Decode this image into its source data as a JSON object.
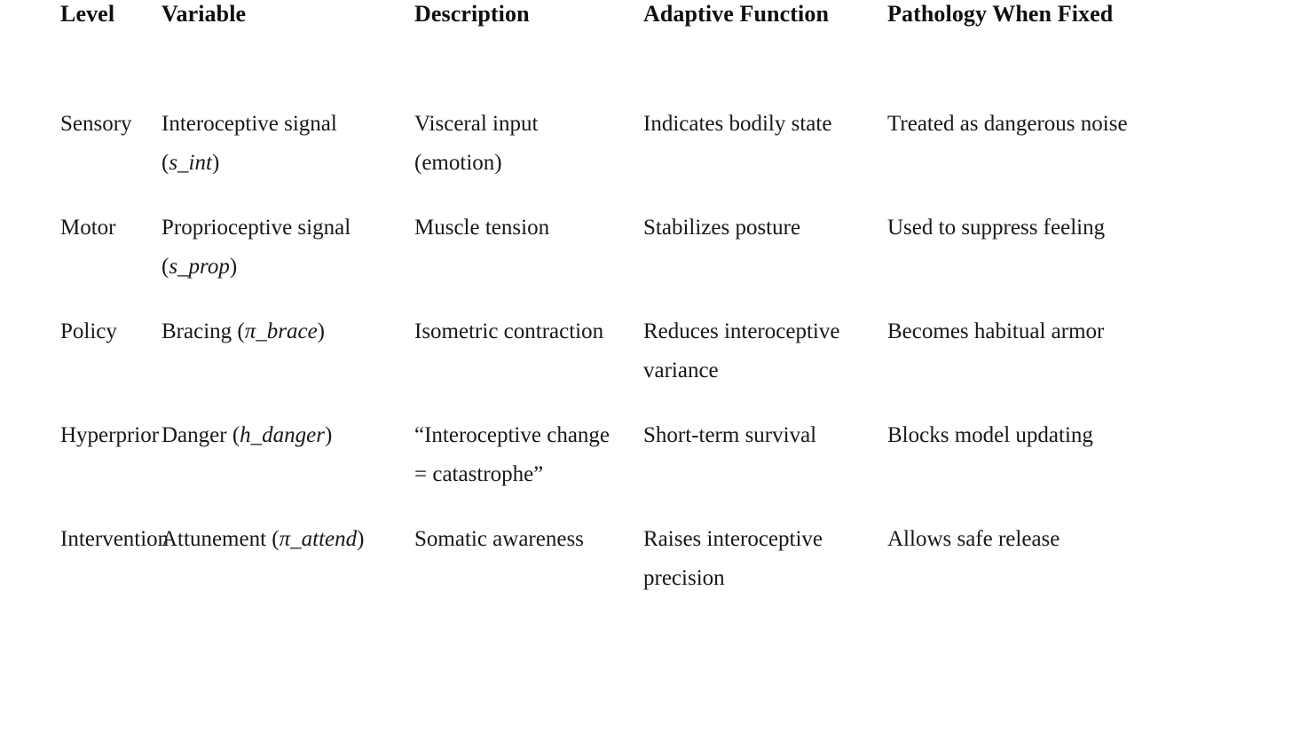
{
  "table": {
    "columns": [
      {
        "key": "level",
        "label": "Level"
      },
      {
        "key": "variable",
        "label": "Variable"
      },
      {
        "key": "description",
        "label": "Description"
      },
      {
        "key": "adaptive",
        "label": "Adaptive Function"
      },
      {
        "key": "pathology",
        "label": "Pathology When Fixed"
      }
    ],
    "rows": [
      {
        "level": "Sensory",
        "variable_name": "Interoceptive signal",
        "variable_symbol": "s_int",
        "variable_full": "Interoceptive signal (s_int)",
        "description": "Visceral input (emotion)",
        "adaptive": "Indicates bodily state",
        "pathology": "Treated as dangerous noise"
      },
      {
        "level": "Motor",
        "variable_name": "Proprioceptive signal",
        "variable_symbol": "s_prop",
        "variable_full": "Proprioceptive signal (s_prop)",
        "description": "Muscle tension",
        "adaptive": "Stabilizes posture",
        "pathology": "Used to suppress feeling"
      },
      {
        "level": "Policy",
        "variable_name": "Bracing",
        "variable_symbol": "π_brace",
        "variable_full": "Bracing (π_brace)",
        "description": "Isometric contraction",
        "adaptive": "Reduces interoceptive variance",
        "pathology": "Becomes habitual armor"
      },
      {
        "level": "Hyperprior",
        "variable_name": "Danger",
        "variable_symbol": "h_danger",
        "variable_full": "Danger (h_danger)",
        "description": "“Interoceptive change = catastrophe”",
        "adaptive": "Short-term survival",
        "pathology": "Blocks model updating"
      },
      {
        "level": "Intervention",
        "variable_name": "Attunement",
        "variable_symbol": "π_attend",
        "variable_full": "Attunement (π_attend)",
        "description": "Somatic awareness",
        "adaptive": "Raises interoceptive precision",
        "pathology": "Allows safe release"
      }
    ]
  },
  "style": {
    "background": "#ffffff",
    "text_color": "#16181c"
  }
}
